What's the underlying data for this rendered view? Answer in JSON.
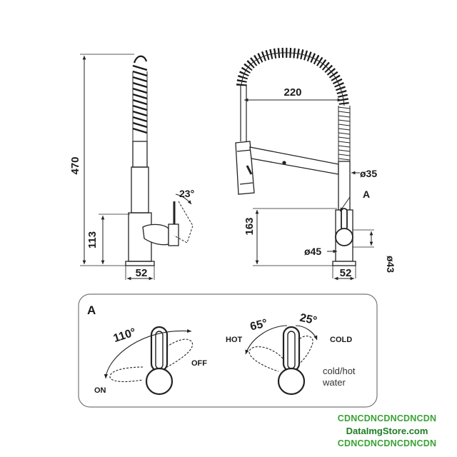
{
  "side_view": {
    "height_total": "470",
    "height_handle": "113",
    "base_width": "52",
    "handle_angle": "23°"
  },
  "front_view": {
    "reach": "220",
    "hose_diameter": "ø35",
    "detail_ref": "A",
    "spout_height": "163",
    "body_diameter": "ø45",
    "base_width": "52",
    "base_diameter": "ø43"
  },
  "detail_a": {
    "title": "A",
    "rotation_angle": "110°",
    "on_label": "ON",
    "off_label": "OFF",
    "hot_angle": "65°",
    "cold_angle": "25°",
    "hot_label": "HOT",
    "cold_label": "COLD",
    "note_line1": "cold/hot",
    "note_line2": "water"
  },
  "watermark": {
    "line1": "CDNCDNCDNCDNCDN",
    "line2": "DataImgStore.com",
    "line3": "CDNCDNCDNCDNCDN"
  }
}
